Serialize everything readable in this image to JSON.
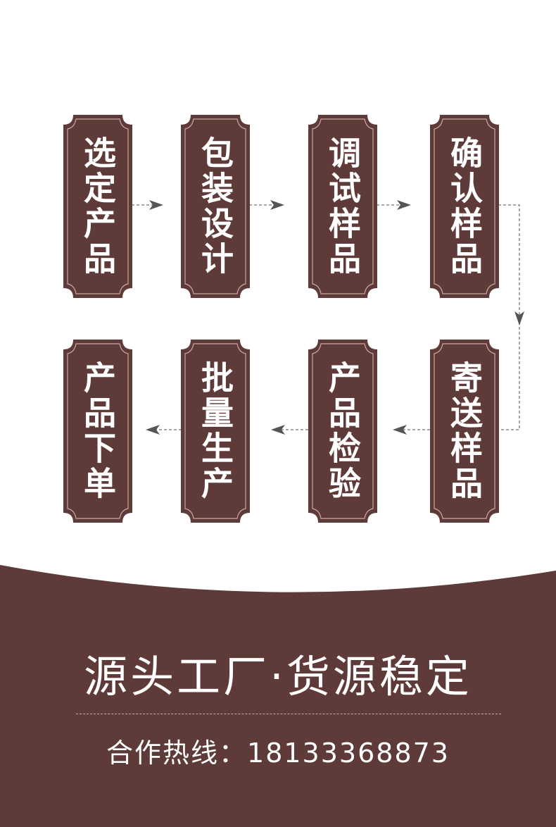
{
  "colors": {
    "brand": "#5e3a38",
    "accent_line": "#c9a99f",
    "connector": "#888888",
    "arrow": "#555555",
    "text_light": "#ffffff"
  },
  "process": {
    "steps": [
      {
        "label": "选定产品"
      },
      {
        "label": "包装设计"
      },
      {
        "label": "调试样品"
      },
      {
        "label": "确认样品"
      },
      {
        "label": "寄送样品"
      },
      {
        "label": "产品检验"
      },
      {
        "label": "批量生产"
      },
      {
        "label": "产品下单"
      }
    ]
  },
  "footer": {
    "slogan": "源头工厂·货源稳定",
    "hotline_label": "合作热线：",
    "hotline_number": "18133368873"
  }
}
